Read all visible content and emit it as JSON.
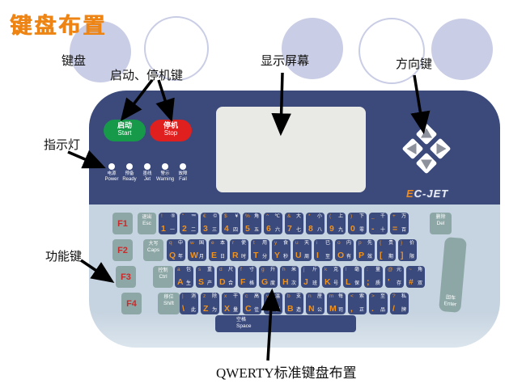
{
  "title": "键盘布置",
  "callouts": {
    "keyboard": "键盘",
    "start_stop": "启动、停机键",
    "screen": "显示屏幕",
    "direction": "方向键",
    "indicator": "指示灯",
    "function_keys": "功能键",
    "qwerty": "QWERTY标准键盘布置"
  },
  "device": {
    "logo": "EC-JET",
    "start": {
      "zh": "启动",
      "en": "Start"
    },
    "stop": {
      "zh": "停机",
      "en": "Stop"
    },
    "indicators": [
      {
        "zh": "电源",
        "en": "Power"
      },
      {
        "zh": "预备",
        "en": "Ready"
      },
      {
        "zh": "墨线",
        "en": "Jet"
      },
      {
        "zh": "警示",
        "en": "Warning"
      },
      {
        "zh": "故障",
        "en": "Fail"
      }
    ],
    "direction_keys": [
      "up",
      "left",
      "right",
      "down"
    ],
    "keyboard": {
      "function_keys": [
        "F1",
        "F2",
        "F3",
        "F4"
      ],
      "esc": {
        "zh": "退出",
        "en": "Esc"
      },
      "caps": {
        "zh": "大写",
        "en": "Caps"
      },
      "ctrl": {
        "zh": "控制",
        "en": "Ctrl"
      },
      "shift": {
        "zh": "移位",
        "en": "Shift"
      },
      "del": {
        "zh": "删除",
        "en": "Del"
      },
      "enter": {
        "zh": "回车",
        "en": "Enter"
      },
      "space": {
        "zh": "空格",
        "en": "Space"
      },
      "rows": [
        [
          [
            "!",
            "®",
            "1",
            "一"
          ],
          [
            "\"",
            "™",
            "2",
            "二"
          ],
          [
            "€",
            "©",
            "3",
            "三"
          ],
          [
            "$",
            "¥",
            "4",
            "四"
          ],
          [
            "%",
            "角",
            "5",
            "五"
          ],
          [
            "^",
            "℃",
            "6",
            "六"
          ],
          [
            "&",
            "大",
            "7",
            "七"
          ],
          [
            "*",
            "小",
            "8",
            "八"
          ],
          [
            "(",
            "上",
            "9",
            "九"
          ],
          [
            ")",
            "下",
            "0",
            "零"
          ],
          [
            "_",
            "千",
            "-",
            "十"
          ],
          [
            "+",
            "万",
            "=",
            "百"
          ]
        ],
        [
          [
            "q",
            "中",
            "Q",
            "年"
          ],
          [
            "w",
            "国",
            "W",
            "月"
          ],
          [
            "e",
            "本",
            "E",
            "日"
          ],
          [
            "r",
            "使",
            "R",
            "时"
          ],
          [
            "t",
            "用",
            "T",
            "分"
          ],
          [
            "y",
            "食",
            "Y",
            "秒"
          ],
          [
            "u",
            "天",
            "U",
            "周"
          ],
          [
            "i",
            "已",
            "I",
            "至"
          ],
          [
            "o",
            "内",
            "O",
            "有"
          ],
          [
            "p",
            "先",
            "P",
            "效"
          ],
          [
            "{",
            "贵",
            "[",
            "期"
          ],
          [
            "}",
            "价",
            "]",
            "限"
          ]
        ],
        [
          [
            "a",
            "包",
            "A",
            "生"
          ],
          [
            "s",
            "重",
            "S",
            "产"
          ],
          [
            "d",
            "尺",
            "D",
            "合"
          ],
          [
            "f",
            "寸",
            "F",
            "格"
          ],
          [
            "g",
            "升",
            "G",
            "度"
          ],
          [
            "h",
            "米",
            "H",
            "次"
          ],
          [
            "j",
            "斤",
            "J",
            "班"
          ],
          [
            "k",
            "克",
            "K",
            "号"
          ],
          [
            "l",
            "毫",
            "L",
            "保"
          ],
          [
            ":",
            "量",
            ";",
            "质"
          ],
          [
            "@",
            "元",
            "'",
            "存"
          ],
          [
            "~",
            "角",
            "#",
            "双"
          ]
        ],
        [
          [
            "|",
            "消",
            "\\",
            "此"
          ],
          [
            "z",
            "除",
            "Z",
            "为"
          ],
          [
            "x",
            "干",
            "X",
            "量"
          ],
          [
            "c",
            "高",
            "C",
            "佳"
          ],
          [
            "v",
            "温",
            "V",
            "制"
          ],
          [
            "b",
            "支",
            "B",
            "造"
          ],
          [
            "n",
            "厘",
            "N",
            "公"
          ],
          [
            "m",
            "每",
            "M",
            "司"
          ],
          [
            "<",
            "索",
            ",",
            "正"
          ],
          [
            ">",
            "至",
            ".",
            "品"
          ],
          [
            "?",
            "私",
            "/",
            "牌"
          ]
        ]
      ]
    }
  },
  "colors": {
    "accent_orange": "#ed8413",
    "panel_navy": "#3b4a7b",
    "keyboard_blue": "#c6d3e0",
    "modifier_teal": "#8da7a6",
    "start_green": "#169a49",
    "stop_red": "#e01f1f",
    "key_legend_orange": "#f0921e",
    "circle_lavender": "#c9cde5"
  }
}
